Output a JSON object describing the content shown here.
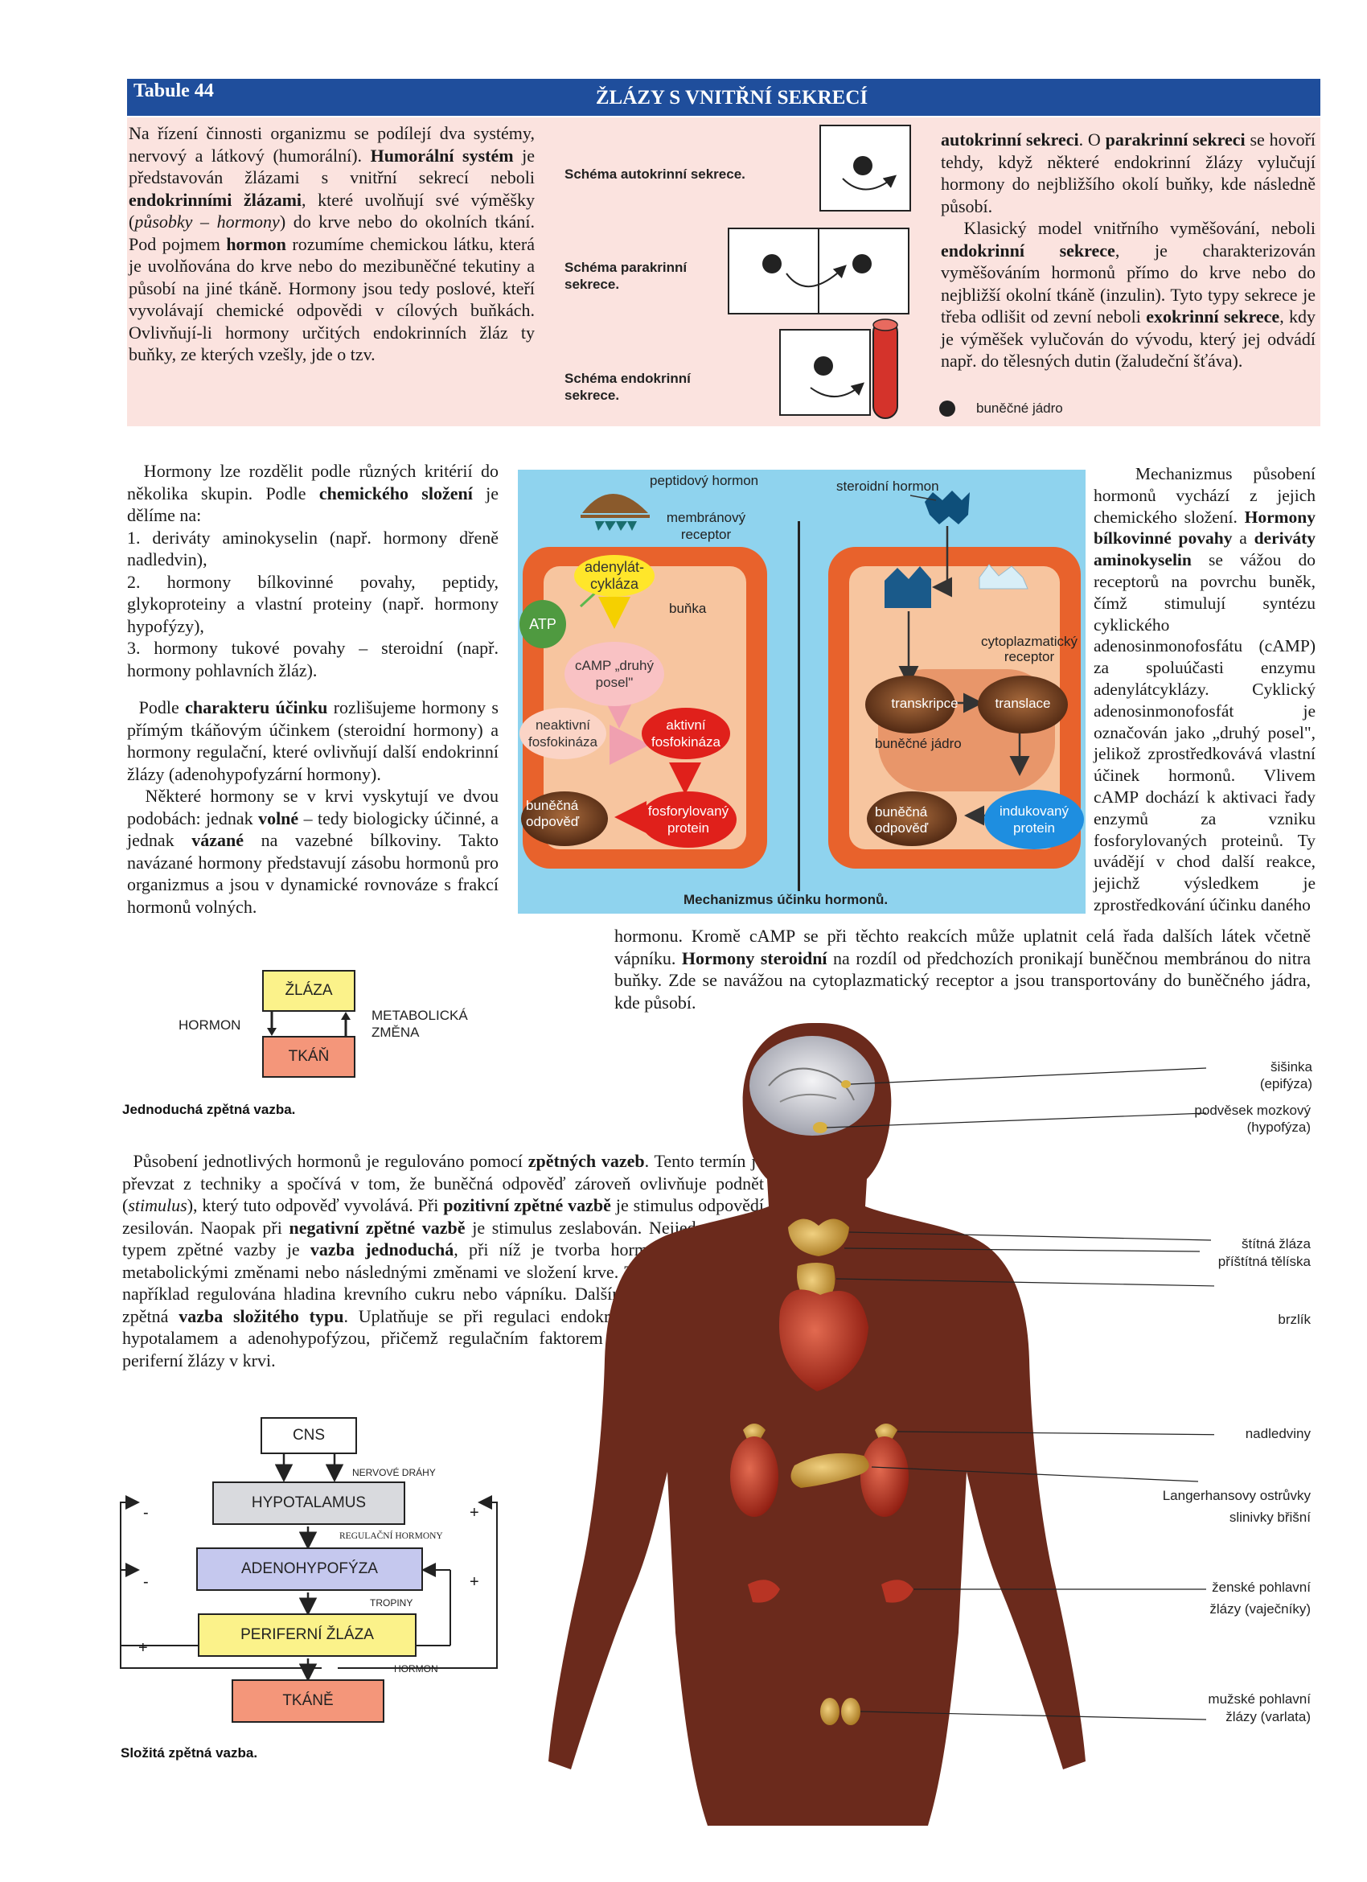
{
  "header": {
    "tab": "Tabule 44",
    "title": "ŽLÁZY S VNITŘNÍ SEKRECÍ"
  },
  "intro": {
    "paragraph_left": "Na řízení činnosti organizmu se podílejí dva systémy, nervový a látkový (humorální). <b>Humorální systém</b> je představován žlázami s vnitřní sekrecí neboli <b>endokrinními žlázami</b>, které uvolňují své výměšky (<i>působky – hormony</i>) do krve nebo do okolních tkání. Pod pojmem <b>hormon</b> rozumíme chemickou látku, která je uvolňována do krve nebo do mezibuněčné tekutiny a působí na jiné tkáně. Hormony jsou tedy poslové, kteří vyvolávají chemické odpovědi v cílových buňkách. Ovlivňují-li hormony určitých endokrinních žláz ty buňky, ze kterých vzešly, jde o tzv.",
    "paragraph_right": "<b>autokrinní sekreci</b>. O <b>parakrinní sekreci</b> se hovoří tehdy, když některé endokrinní žlázy vylučují hormony do nejbližšího okolí buňky, kde následně působí.<br>&nbsp;&nbsp;Klasický model vnitřního vyměšování, neboli <b>endokrinní sekrece</b>, je charakterizován vyměšováním hormonů přímo do krve nebo do nejbližší okolní tkáně (inzulin). Tyto typy sekrece je třeba odlišit od zevní neboli <b>exokrinní sekrece</b>, kdy je výměšek vylučován do vývodu, který jej odvádí např. do tělesných dutin (žaludeční šťáva).",
    "schema_autocrine": "Schéma autokrinní sekrece.",
    "schema_paracrine": "Schéma parakrinní sekrece.",
    "schema_endocrine": "Schéma endokrinní sekrece.",
    "legend_nucleus": "buněčné jádro"
  },
  "col_left": {
    "p1": "&nbsp;&nbsp;Hormony lze rozdělit podle různých kritérií do několika skupin. Podle <b>chemického složení</b> je dělíme na:<br>1. deriváty aminokyselin (např. hormony dřeně nadledvin),<br>2. hormony bílkovinné povahy, peptidy, glykoproteiny a vlastní proteiny (např. hormony hypofýzy),<br>3. hormony tukové povahy – steroidní (např. hormony pohlavních žláz).",
    "p2": "&nbsp;&nbsp;Podle <b>charakteru účinku</b> rozlišujeme hormony s přímým tkáňovým účinkem (steroidní hormony) a hormony regulační, které ovlivňují další endokrinní žlázy (adenohypofyzární hormony).<br>&nbsp;&nbsp;Některé hormony se v krvi vyskytují ve dvou podobách: jednak <b>volné</b> – tedy biologicky účinné, a jednak <b>vázané</b> na vazebné bílkoviny. Takto navázané hormony představují zásobu hormonů pro organizmus a jsou v dynamické rovnováze s frakcí hormonů volných."
  },
  "mechanism": {
    "peptide_hormone": "peptidový hormon",
    "membrane_receptor": "membránový receptor",
    "adenylate_cyclase": "adenylát-cykláza",
    "atp": "ATP",
    "cell": "buňka",
    "camp": "cAMP „druhý posel\"",
    "inactive_kinase": "neaktivní fosfokináza",
    "active_kinase": "aktivní fosfokináza",
    "cell_response_left": "buněčná odpověď",
    "phosphorylated_protein": "fosforylovaný protein",
    "steroid_hormone": "steroidní hormon",
    "cyto_receptor": "cytoplazmatický receptor",
    "transcription": "transkripce",
    "translation": "translace",
    "nucleus": "buněčné jádro",
    "cell_response_right": "buněčná odpověď",
    "induced_protein": "indukovaný protein",
    "caption": "Mechanizmus účinku hormonů."
  },
  "col_right": {
    "p1": "&nbsp;&nbsp;Mechanizmus působení hormonů vychází z jejich chemického složení. <b>Hormony bílkovinné povahy</b> a <b>deriváty aminokyselin</b> se vážou do receptorů na povrchu buněk, čímž stimulují syntézu cyklického adenosinmonofosfátu (cAMP) za spoluúčasti enzymu adenylátcyklázy. Cyklický adenosinmonofosfát je označován jako „druhý posel\", jelikož zprostředkovává vlastní účinek hormonů. Vlivem cAMP dochází k aktivaci řady enzymů za vzniku fosforylovaných proteinů. Ty uvádějí v chod další reakce, jejichž výsledkem je zprostředkování účinku daného",
    "p2": "hormonu. Kromě cAMP se při těchto reakcích může uplatnit celá řada dalších látek včetně vápníku. <b>Hormony steroidní</b> na rozdíl od předchozích pronikají buněčnou membránou do nitra buňky. Zde se navážou na cytoplazmatický receptor a jsou transportovány do buněčného jádra, kde působí."
  },
  "simple_feedback": {
    "gland": "ŽLÁZA",
    "tissue": "TKÁŇ",
    "hormone": "HORMON",
    "metabolic_change": "METABOLICKÁ ZMĚNA",
    "caption": "Jednoduchá zpětná vazba."
  },
  "feedback_text": "&nbsp;&nbsp;Působení jednotlivých hormonů je regulováno pomocí <b>zpětných vazeb</b>. Tento termín je převzat z techniky a spočívá v tom, že buněčná odpověď zároveň ovlivňuje podnět (<i>stimulus</i>), který tuto odpověď vyvolává. Při <b>pozitivní zpětné vazbě</b> je stimulus odpovědí zesilován. Naopak při <b>negativní zpětné vazbě</b> je stimulus zeslabován. Nejjednodušším typem zpětné vazby je <b>vazba jednoduchá</b>, při níž je tvorba hormonu regulována metabolickými změnami nebo následnými změnami ve složení krve. Tímto způsobem je například regulována hladina krevního cukru nebo vápníku. Dalším typem regulací je zpětná <b>vazba složitého typu</b>. Uplatňuje se při regulaci endokrinních žláz řízených hypotalamem a adenohypofýzou, přičemž regulačním faktorem je hladina hormonu periferní žlázy v krvi.",
  "complex_feedback": {
    "cns": "CNS",
    "nerve_paths": "NERVOVÉ DRÁHY",
    "hypothalamus": "HYPOTALAMUS",
    "regulatory_hormones": "REGULAČNÍ HORMONY",
    "adenohypophysis": "ADENOHYPOFÝZA",
    "tropins": "TROPINY",
    "peripheral_gland": "PERIFERNÍ ŽLÁZA",
    "hormone": "HORMON",
    "tissues": "TKÁNĚ",
    "minus": "-",
    "plus": "+",
    "caption": "Složitá zpětná vazba."
  },
  "body_labels": {
    "pineal": "šišinka (epifýza)",
    "pituitary": "podvěsek mozkový (hypofýza)",
    "thyroid": "štítná žláza",
    "parathyroid": "příštítná tělíska",
    "thymus": "brzlík",
    "adrenals": "nadledviny",
    "islets": "Langerhansovy ostrůvky slinivky břišní",
    "ovaries": "ženské pohlavní žlázy (vaječníky)",
    "testes": "mužské pohlavní žlázy (varlata)"
  },
  "colors": {
    "header_blue": "#1f4e9c",
    "pink_band": "#fbe3df",
    "cell_orange": "#e8622c",
    "cyan_bg": "#8fd3ee",
    "body_brown": "#6b2a1c",
    "yellow_box": "#fbf28a",
    "salmon_box": "#f4967a",
    "lavender_box": "#c5c8ee",
    "gray_box": "#d9dade"
  }
}
